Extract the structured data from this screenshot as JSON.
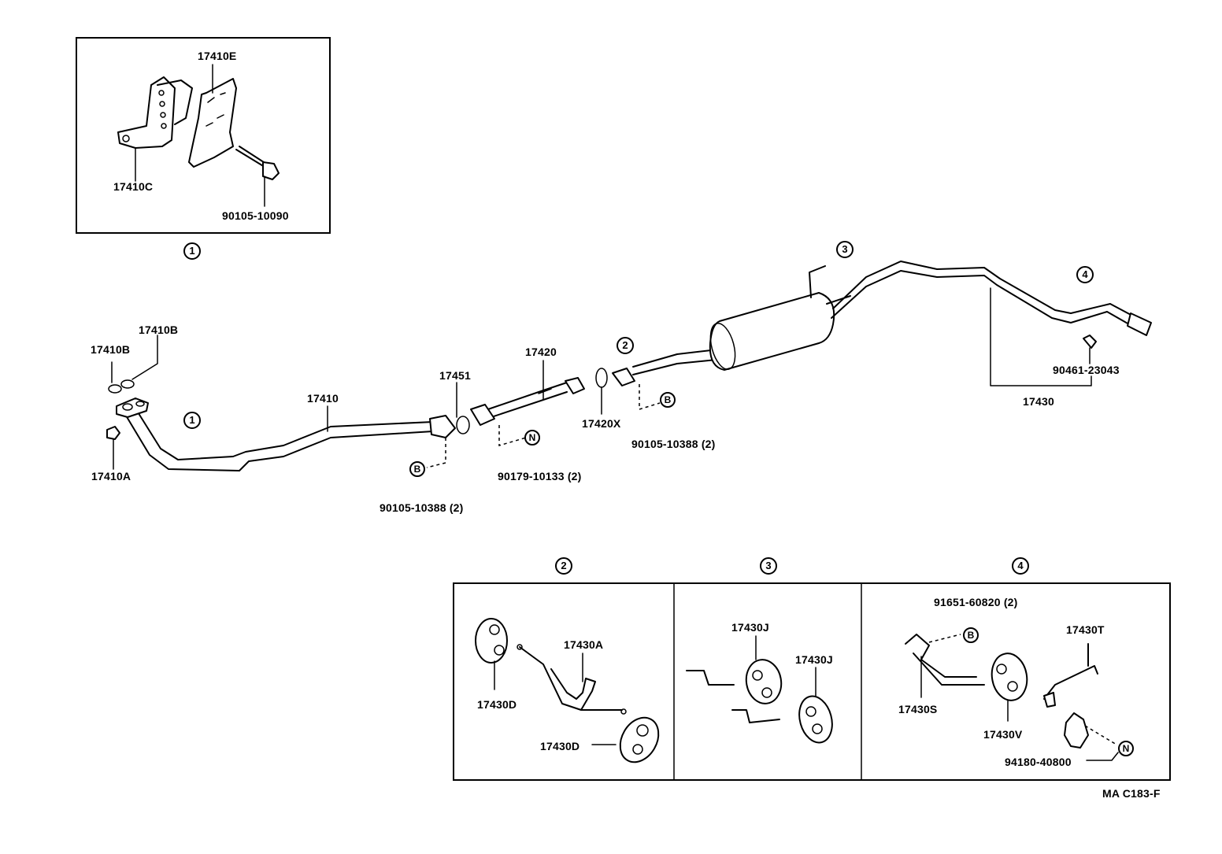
{
  "diagram": {
    "inset_ref_1": "1",
    "inset_1": {
      "part_top": "17410E",
      "part_left": "17410C",
      "bolt": "90105-10090"
    },
    "main": {
      "gasket_b_1": "17410B",
      "gasket_b_2": "17410B",
      "nut_a": "17410A",
      "front_pipe": "17410",
      "front_pipe_ref": "1",
      "gasket_451": "17451",
      "center_pipe": "17420",
      "gasket_x": "17420X",
      "ref_2": "2",
      "ref_3": "3",
      "ref_4": "4",
      "bolt_b_left": "90105-10388 (2)",
      "bolt_b_mid": "90105-10388 (2)",
      "nut_n": "90179-10133 (2)",
      "clamp": "90461-23043",
      "tail_pipe": "17430",
      "marker_b": "B",
      "marker_n": "N"
    },
    "panel_2": {
      "ref": "2",
      "hanger_a": "17430A",
      "mount_d_1": "17430D",
      "mount_d_2": "17430D"
    },
    "panel_3": {
      "ref": "3",
      "mount_j_1": "17430J",
      "mount_j_2": "17430J"
    },
    "panel_4": {
      "ref": "4",
      "bolt": "91651-60820 (2)",
      "bracket_s": "17430S",
      "bracket_t": "17430T",
      "mount_v": "17430V",
      "nut": "94180-40800",
      "marker_b": "B",
      "marker_n": "N"
    },
    "figure_code": "MA C183-F"
  }
}
